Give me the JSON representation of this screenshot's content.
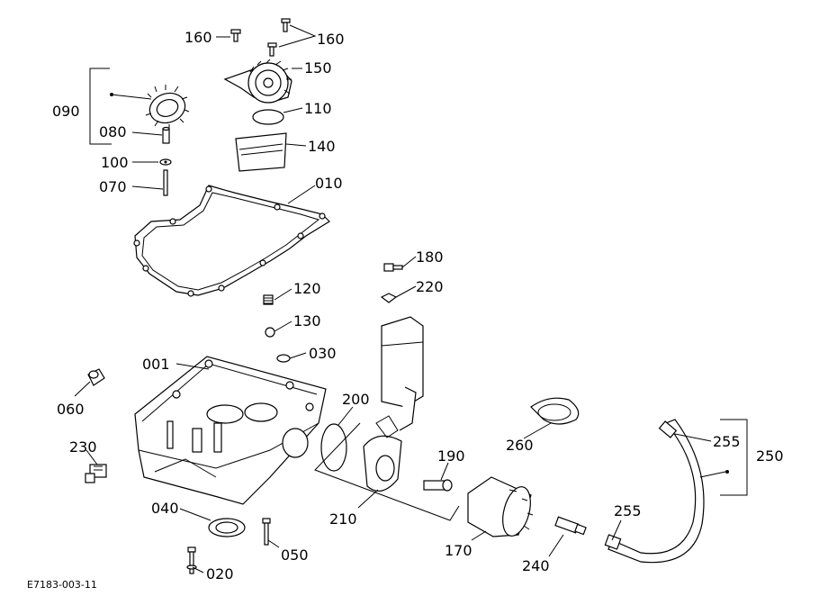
{
  "drawing_code": "E7183-003-11",
  "labels": {
    "l160a": "160",
    "l160b": "160",
    "l150": "150",
    "l090": "090",
    "l110": "110",
    "l080": "080",
    "l140": "140",
    "l100": "100",
    "l070": "070",
    "l010": "010",
    "l180": "180",
    "l220": "220",
    "l120": "120",
    "l130": "130",
    "l030": "030",
    "l001": "001",
    "l060": "060",
    "l200": "200",
    "l260": "260",
    "l255a": "255",
    "l250": "250",
    "l230": "230",
    "l190": "190",
    "l210": "210",
    "l040": "040",
    "l255b": "255",
    "l170": "170",
    "l050": "050",
    "l240": "240",
    "l020": "020"
  }
}
